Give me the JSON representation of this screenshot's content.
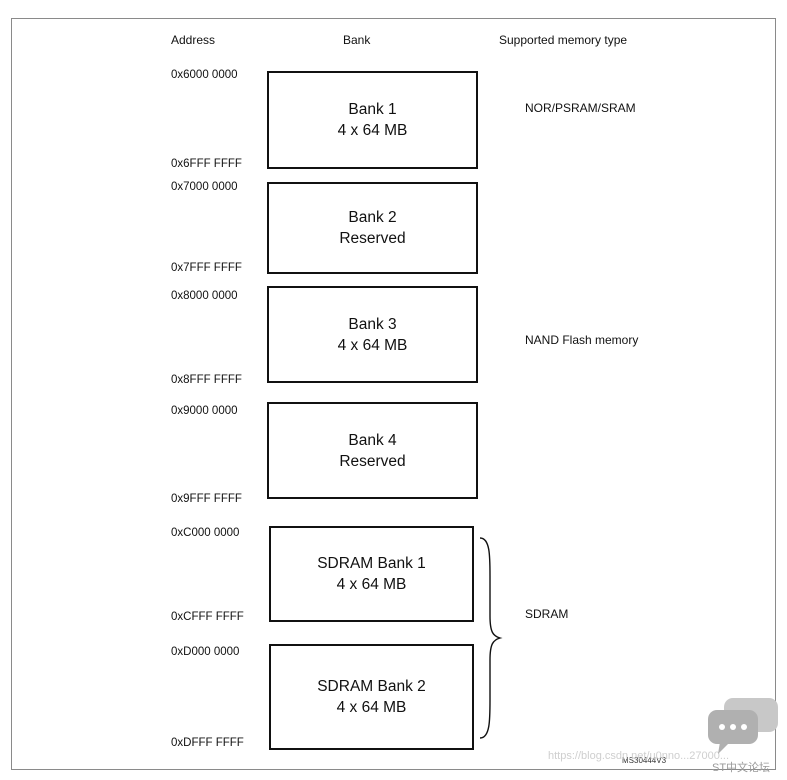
{
  "headers": {
    "address": "Address",
    "bank": "Bank",
    "memory_type": "Supported memory type"
  },
  "banks": [
    {
      "title": "Bank 1",
      "subtitle": "4 x 64 MB",
      "start": "0x6000 0000",
      "end": "0x6FFF FFFF"
    },
    {
      "title": "Bank 2",
      "subtitle": "Reserved",
      "start": "0x7000 0000",
      "end": "0x7FFF FFFF"
    },
    {
      "title": "Bank 3",
      "subtitle": "4 x 64 MB",
      "start": "0x8000 0000",
      "end": "0x8FFF FFFF"
    },
    {
      "title": "Bank 4",
      "subtitle": "Reserved",
      "start": "0x9000 0000",
      "end": "0x9FFF FFFF"
    },
    {
      "title": "SDRAM Bank 1",
      "subtitle": "4 x 64 MB",
      "start": "0xC000 0000",
      "end": "0xCFFF FFFF"
    },
    {
      "title": "SDRAM Bank 2",
      "subtitle": "4 x 64 MB",
      "start": "0xD000 0000",
      "end": "0xDFFF FFFF"
    }
  ],
  "memory_types": {
    "nor": "NOR/PSRAM/SRAM",
    "nand": "NAND Flash memory",
    "sdram": "SDRAM"
  },
  "figure_ref": "MS30444V3",
  "watermark": {
    "url": "https://blog.csdn.net/u0nno...27000...",
    "site": "ST中文论坛"
  },
  "colors": {
    "border": "#111111",
    "frame": "#8a8a8a",
    "watermark": "#cfcfcf"
  }
}
